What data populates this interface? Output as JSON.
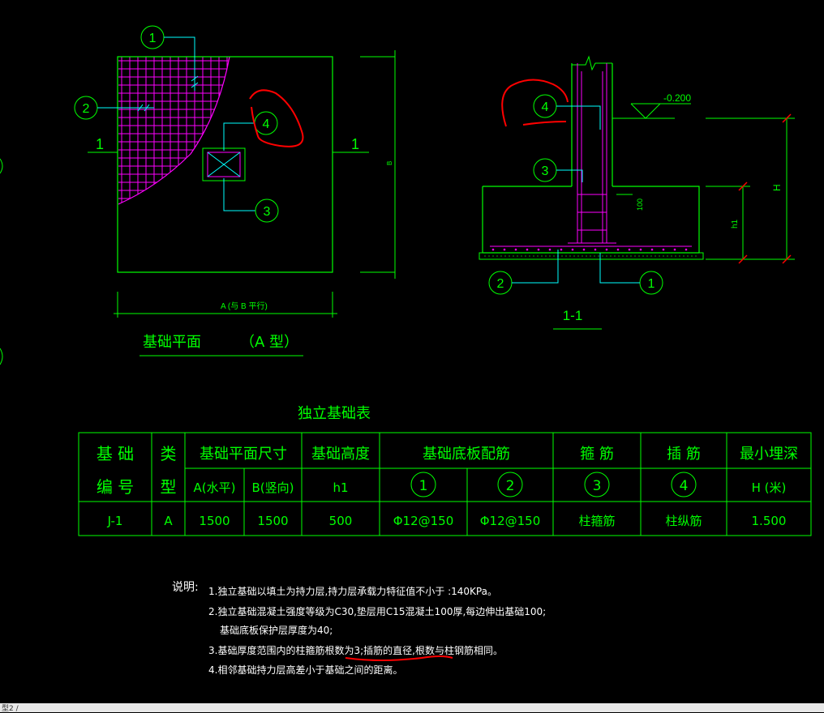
{
  "colors": {
    "background": "#000000",
    "cad_green": "#00ff00",
    "cad_cyan": "#00ffff",
    "cad_magenta": "#ff00ff",
    "cad_red": "#ff0000",
    "cad_white": "#ffffff"
  },
  "plan": {
    "title": "基础平面",
    "type_tag": "（A 型）",
    "section_mark": "1",
    "dim_a": "A (与 B 平行)",
    "dim_b": "B",
    "callouts": [
      "1",
      "2",
      "3",
      "4"
    ]
  },
  "section": {
    "title": "1-1",
    "elevation": "-0.200",
    "dim_h": "H",
    "dim_h1": "h1",
    "dim_100": "100",
    "callouts": [
      "1",
      "2",
      "3",
      "4"
    ]
  },
  "table": {
    "title": "独立基础表",
    "header_top": [
      "基 础",
      "类",
      "基础平面尺寸",
      "基础高度",
      "基础底板配筋",
      "箍 筋",
      "插 筋",
      "最小埋深"
    ],
    "header_bottom": [
      "编 号",
      "型",
      "A(水平)",
      "B(竖向)",
      "h1",
      "1",
      "2",
      "3",
      "4",
      "H (米)"
    ],
    "rows": [
      [
        "J-1",
        "A",
        "1500",
        "1500",
        "500",
        "Φ12@150",
        "Φ12@150",
        "柱箍筋",
        "柱纵筋",
        "1.500"
      ]
    ]
  },
  "notes": {
    "label": "说明:",
    "lines": [
      "1.独立基础以填土为持力层,持力层承载力特征值不小于 :140KPa。",
      "2.独立基础混凝土强度等级为C30,垫层用C15混凝土100厚,每边伸出基础100;",
      "基础底板保护层厚度为40;",
      "3.基础厚度范围内的柱箍筋根数为3;插筋的直径,根数与柱钢筋相同。",
      "4.相邻基础持力层高差小于基础之间的距离。"
    ]
  },
  "status": {
    "text": "型2 /"
  }
}
